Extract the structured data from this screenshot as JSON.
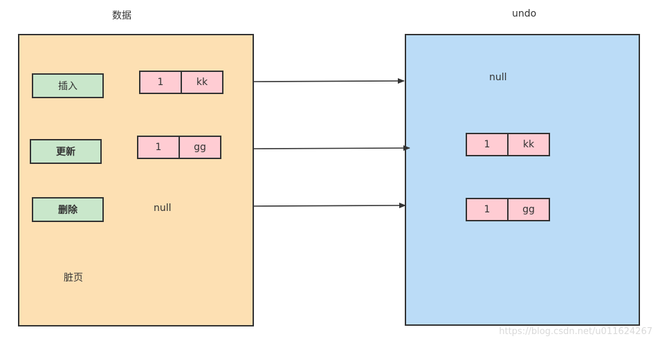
{
  "left_panel": {
    "title": "数据",
    "bg": "#fde0b3",
    "ops": [
      {
        "label": "插入"
      },
      {
        "label": "更新"
      },
      {
        "label": "删除"
      }
    ],
    "records": [
      {
        "key": "1",
        "val": "kk"
      },
      {
        "key": "1",
        "val": "gg"
      }
    ],
    "null_label": "null",
    "dirty_label": "脏页"
  },
  "right_panel": {
    "title": "undo",
    "bg": "#bbdcf7",
    "null_label": "null",
    "records": [
      {
        "key": "1",
        "val": "kk"
      },
      {
        "key": "1",
        "val": "gg"
      }
    ]
  },
  "watermark": "https://blog.csdn.net/u011624267"
}
